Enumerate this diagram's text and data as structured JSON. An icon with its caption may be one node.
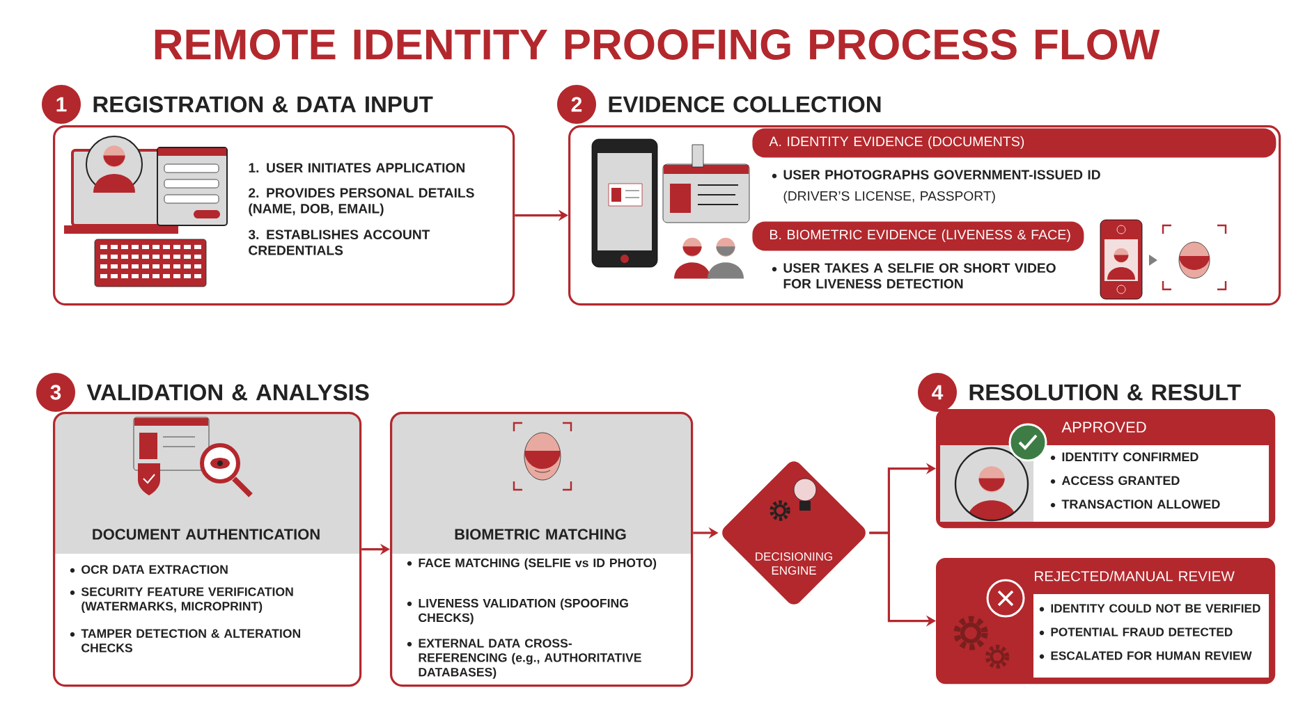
{
  "diagram": {
    "title": "REMOTE IDENTITY PROOFING PROCESS FLOW",
    "nodes": [
      {
        "text": [
          "REGISTRATION & DATA INPUT",
          "1. USER INITIATES APPLICATION",
          "2. PROVIDES PERSONAL DETAILS (NAME, DOB, EMAIL)",
          "3. ESTABLISHES ACCOUNT CREDENTIALS"
        ],
        "beside": [
          "1"
        ]
      },
      {
        "text": [
          "EVIDENCE COLLECTION"
        ],
        "beside": [
          "2"
        ]
      },
      {
        "text": [
          "A. IDENTITY EVIDENCE (DOCUMENTS)"
        ],
        "in": 1,
        "beside": [
          "USER PHOTOGRAPHS GOVERNMENT-ISSUED ID",
          "(DRIVER’S LICENSE, PASSPORT)"
        ]
      },
      {
        "text": [
          "B. BIOMETRIC EVIDENCE (LIVENESS & FACE)"
        ],
        "in": 1,
        "beside": [
          "USER TAKES A SELFIE OR SHORT VIDEO FOR LIVENESS DETECTION"
        ]
      },
      {
        "text": [
          "DOCUMENT AUTHENTICATION",
          "OCR DATA EXTRACTION",
          "SECURITY FEATURE VERIFICATION (WATERMARKS, MICROPRINT)",
          "TAMPER DETECTION & ALTERATION CHECKS"
        ]
      },
      {
        "text": [
          "BIOMETRIC MATCHING",
          "FACE MATCHING (SELFIE vs ID PHOTO)",
          "LIVENESS VALIDATION (SPOOFING CHECKS)",
          "EXTERNAL DATA CROSS-REFERENCING (e.g., AUTHORITATIVE DATABASES)"
        ]
      },
      {
        "text": [
          "DECISIONING ENGINE"
        ]
      },
      {
        "text": [
          "APPROVED",
          "IDENTITY CONFIRMED",
          "ACCESS GRANTED",
          "TRANSACTION ALLOWED"
        ]
      },
      {
        "text": [
          "REJECTED/MANUAL REVIEW",
          "IDENTITY COULD NOT BE VERIFIED",
          "POTENTIAL FRAUD DETECTED",
          "ESCALATED FOR HUMAN REVIEW"
        ]
      }
    ],
    "edges": [
      {
        "from": 0,
        "to": 1,
        "arrow": "to"
      },
      {
        "from": 4,
        "to": 5,
        "arrow": "to"
      },
      {
        "from": 5,
        "to": 6,
        "arrow": "to"
      },
      {
        "from": 6,
        "to": 7,
        "arrow": "to"
      },
      {
        "from": 6,
        "to": 8,
        "arrow": "to"
      }
    ],
    "labels": [
      "3",
      "VALIDATION & ANALYSIS",
      "4",
      "RESOLUTION & RESULT"
    ]
  }
}
